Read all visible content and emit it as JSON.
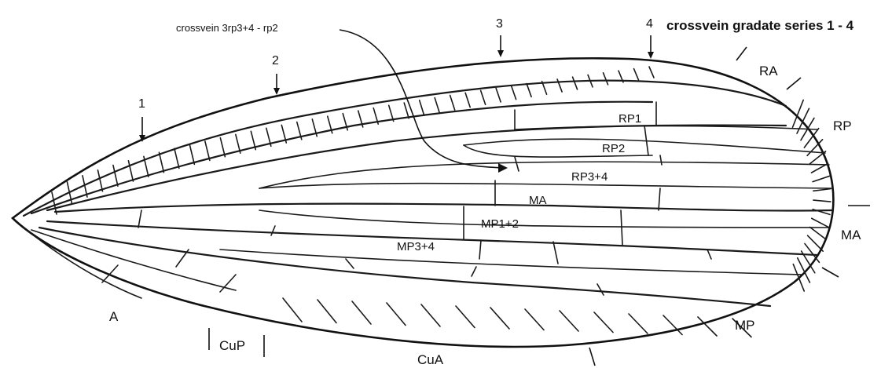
{
  "title": "crossvein gradate series 1 - 4",
  "callout": "crossvein 3rp3+4 - rp2",
  "gradate_numbers": [
    "1",
    "2",
    "3",
    "4"
  ],
  "regions": {
    "ra": "RA",
    "rp": "RP",
    "ma": "MA",
    "mp": "MP",
    "cua": "CuA",
    "cup": "CuP",
    "a": "A"
  },
  "veins": {
    "rp1": "RP1",
    "rp2": "RP2",
    "rp34": "RP3+4",
    "ma": "MA",
    "mp12": "MP1+2",
    "mp34": "MP3+4"
  },
  "colors": {
    "ink": "#111111",
    "paper": "#ffffff"
  }
}
